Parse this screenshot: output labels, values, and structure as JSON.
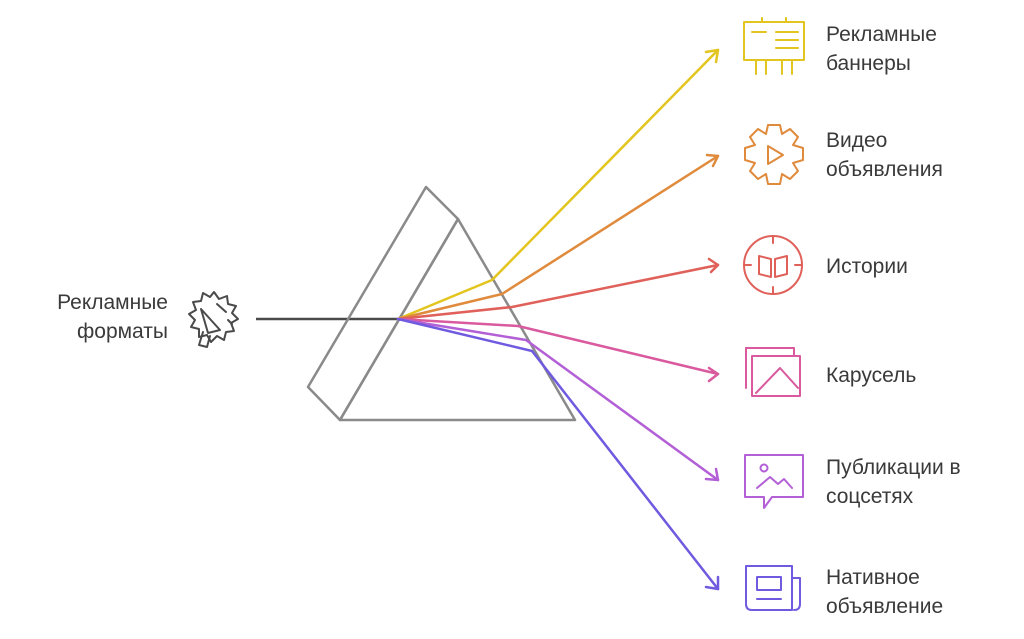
{
  "source": {
    "lines": [
      "Рекламные",
      "форматы"
    ],
    "icon": "megaphone-icon",
    "color": "#4a4a4a"
  },
  "outputs": [
    {
      "id": "banners",
      "lines": [
        "Рекламные",
        "баннеры"
      ],
      "icon": "billboard-icon",
      "color": "#e3c51f"
    },
    {
      "id": "video",
      "lines": [
        "Видео",
        "объявления"
      ],
      "icon": "video-gear-icon",
      "color": "#e08a3c"
    },
    {
      "id": "stories",
      "lines": [
        "Истории"
      ],
      "icon": "book-clock-icon",
      "color": "#e0605a"
    },
    {
      "id": "carousel",
      "lines": [
        "Карусель"
      ],
      "icon": "gallery-icon",
      "color": "#d95a9e"
    },
    {
      "id": "social",
      "lines": [
        "Публикации в",
        "соцсетях"
      ],
      "icon": "image-post-icon",
      "color": "#b35fd6"
    },
    {
      "id": "native",
      "lines": [
        "Нативное",
        "объявление"
      ],
      "icon": "newspaper-icon",
      "color": "#6f5ae0"
    }
  ],
  "prism_color": "#8a8a8a"
}
